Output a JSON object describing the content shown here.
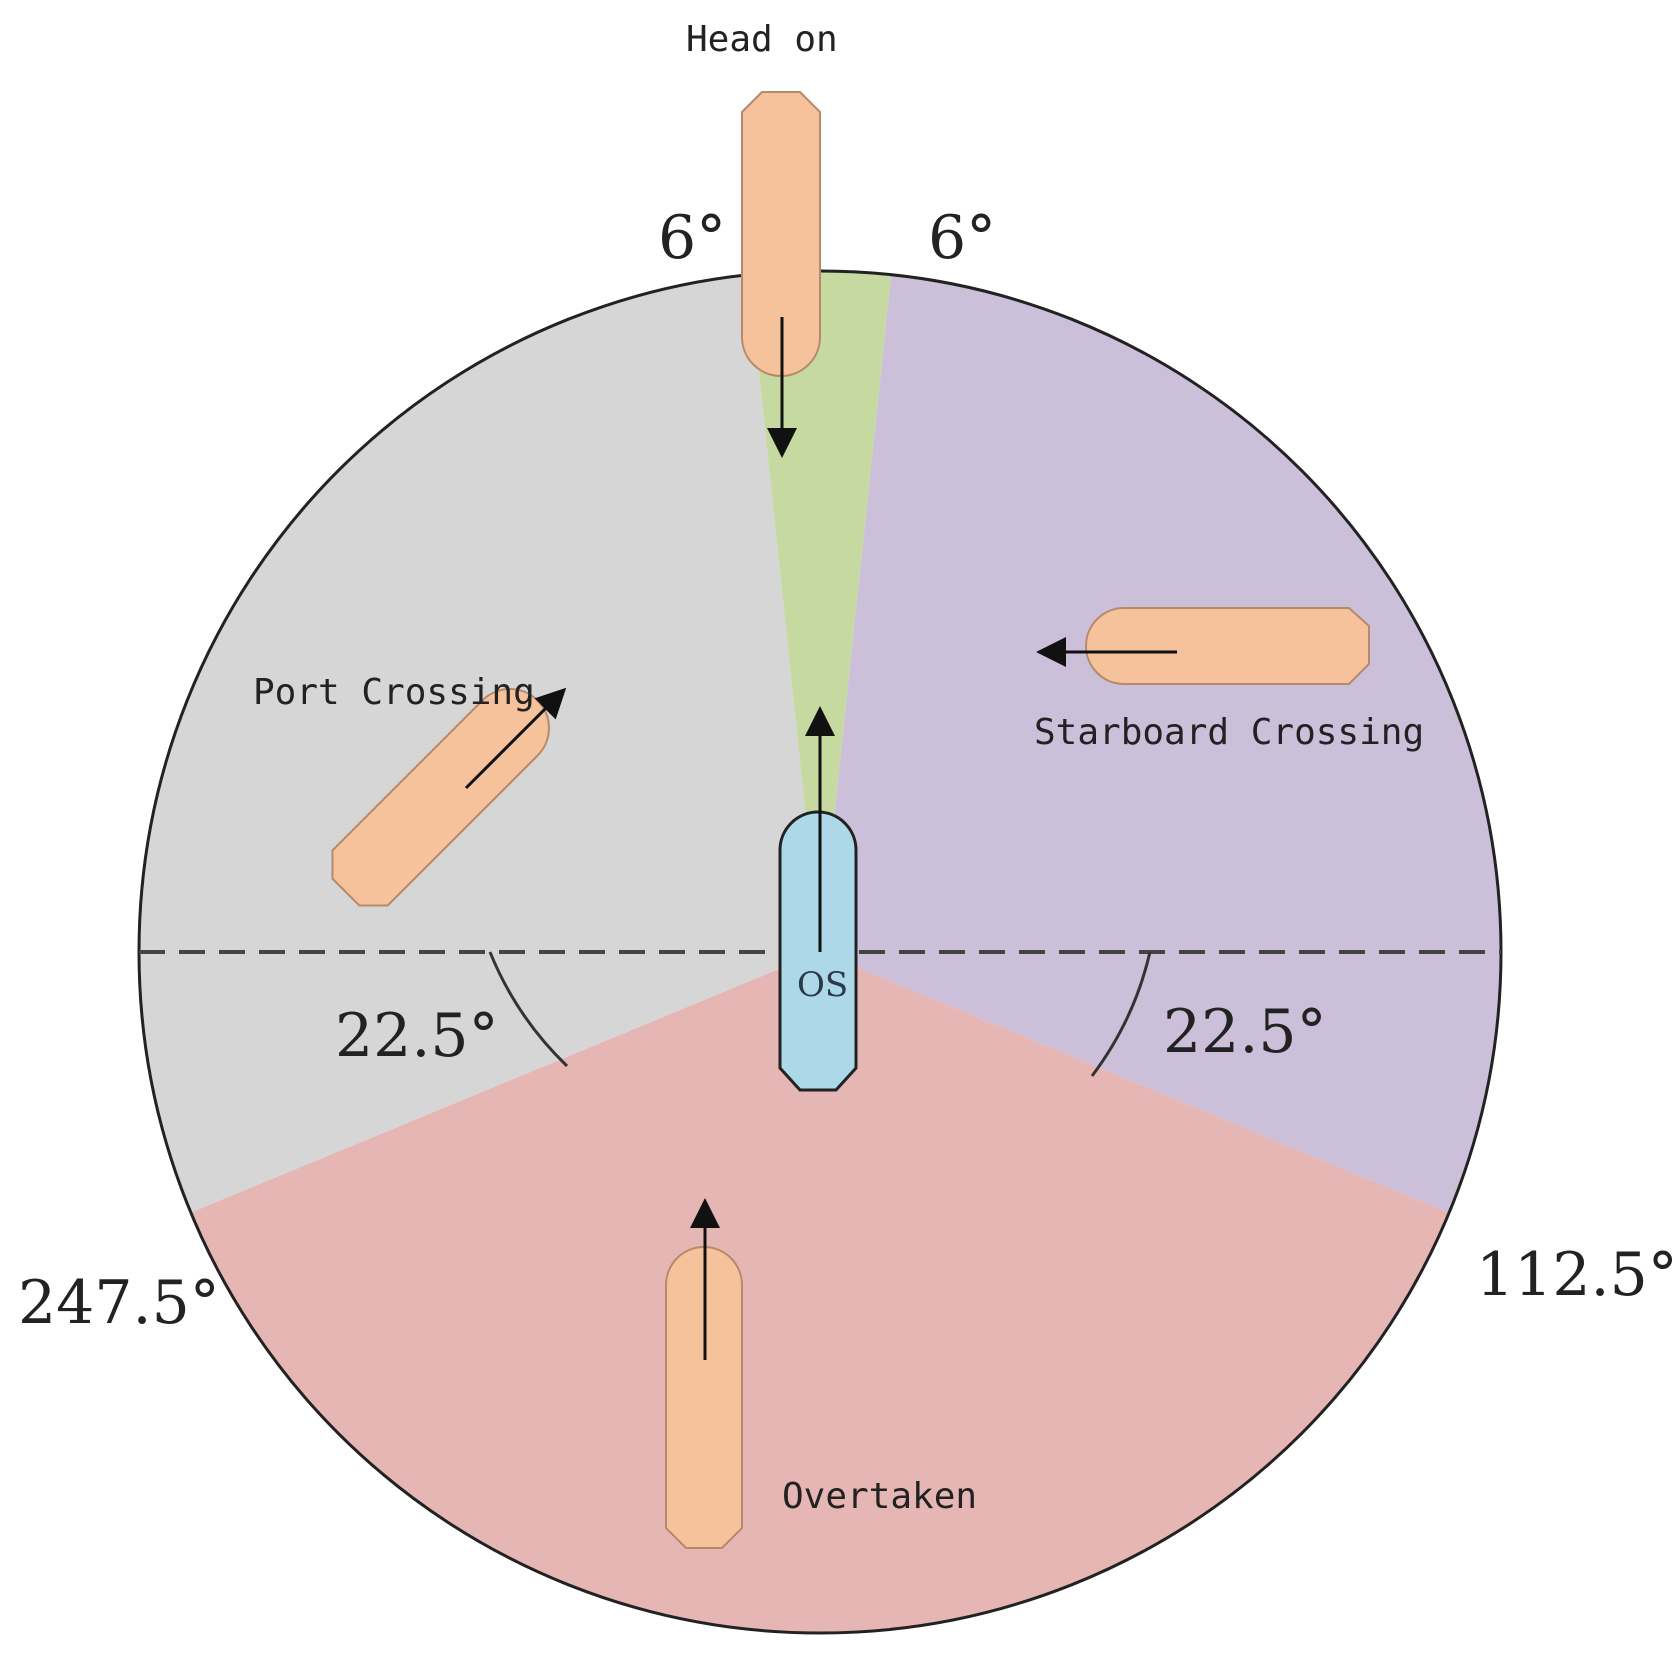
{
  "colors": {
    "head_on": "#c5d9a0",
    "starboard_crossing": "#cbbfd9",
    "port_crossing": "#d6d6d6",
    "overtaken": "#e6b6b4",
    "target_ship": "#f5c29b",
    "own_ship": "#add8e8",
    "outline": "#222222"
  },
  "sectors": {
    "head_on": {
      "from_deg": -6,
      "to_deg": 6
    },
    "starboard_crossing": {
      "from_deg": 6,
      "to_deg": 112.5
    },
    "overtaken": {
      "from_deg": 112.5,
      "to_deg": 247.5
    },
    "port_crossing": {
      "from_deg": 247.5,
      "to_deg": 354
    }
  },
  "labels": {
    "head_on": "Head on",
    "port_crossing": "Port Crossing",
    "starboard_crossing": "Starboard Crossing",
    "overtaken": "Overtaken",
    "own_ship": "OS",
    "angle_left_6": "6°",
    "angle_right_6": "6°",
    "angle_left_225": "22.5°",
    "angle_right_225": "22.5°",
    "angle_2475": "247.5°",
    "angle_1125": "112.5°"
  }
}
